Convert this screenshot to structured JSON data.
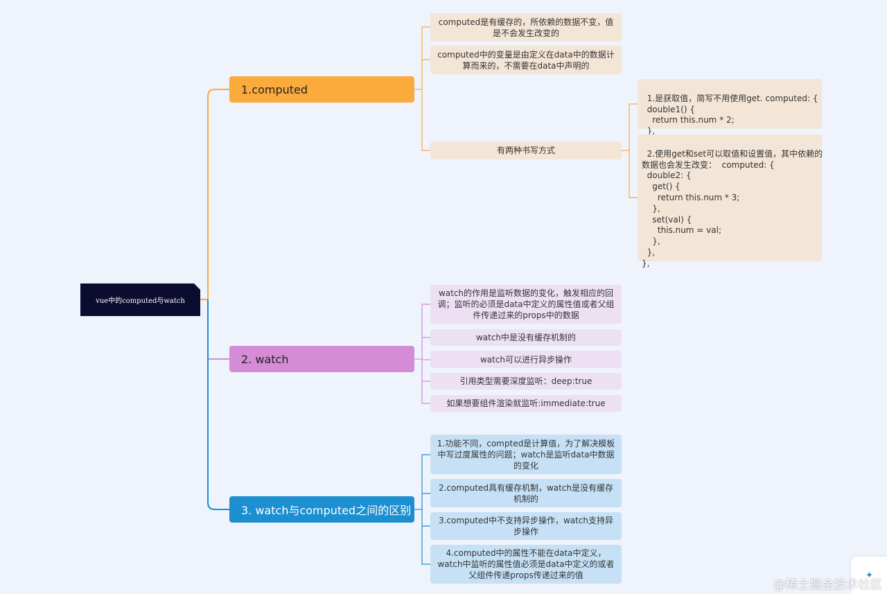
{
  "root": {
    "title": "vue中的computed与watch"
  },
  "colors": {
    "background": "#eef3fc",
    "root": "#0c0c30",
    "computed_branch": "#fbab3c",
    "watch_branch": "#d48cd6",
    "diff_branch": "#1b8fd0",
    "computed_leaf": "#f3e6d6",
    "watch_leaf": "#ede0f3",
    "diff_leaf": "#c6e1f5"
  },
  "branches": {
    "computed": {
      "label": "1.computed",
      "items": [
        "computed是有缓存的，所依赖的数据不变，值是不会发生改变的",
        "computed中的变量是由定义在data中的数据计算而来的，不需要在data中声明的",
        "有两种书写方式"
      ],
      "writing_styles": [
        "1.是获取值，简写不用使用get. computed: {\n  double1() {\n    return this.num * 2;\n  },",
        "2.使用get和set可以取值和设置值，其中依赖的\n数据也会发生改变：  computed: {\n  double2: {\n    get() {\n      return this.num * 3;\n    },\n    set(val) {\n      this.num = val;\n    },\n  },\n},"
      ]
    },
    "watch": {
      "label": "2. watch",
      "items": [
        "watch的作用是监听数据的变化，触发相应的回调；监听的必须是data中定义的属性值或者父组件传递过来的props中的数据",
        "watch中是没有缓存机制的",
        "watch可以进行异步操作",
        "引用类型需要深度监听：deep:true",
        "如果想要组件渲染就监听:immediate:true"
      ]
    },
    "difference": {
      "label": "3. watch与computed之间的区别",
      "items": [
        "1.功能不同，compted是计算值，为了解决模板中写过度属性的问题；watch是监听data中数据的变化",
        "2.computed具有缓存机制，watch是没有缓存机制的",
        "3.computed中不支持异步操作，watch支持异步操作",
        "4.computed中的属性不能在data中定义，watch中监听的属性值必须是data中定义的或者父组件传递props传递过来的值"
      ]
    }
  },
  "watermark": "@稀土掘金技术社区",
  "widget": {
    "icon": "share-icon"
  }
}
